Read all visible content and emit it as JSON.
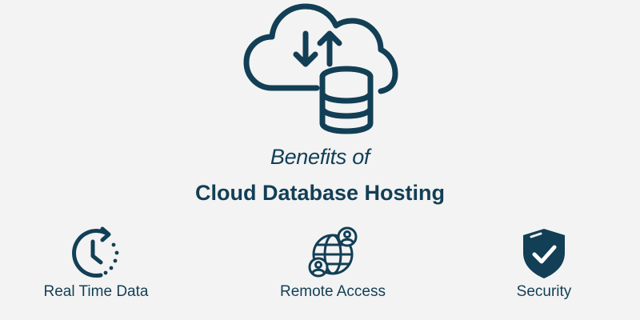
{
  "colors": {
    "primary": "#123f55",
    "background": "#f3f3f3"
  },
  "hero": {
    "icon": "cloud-database-sync-icon"
  },
  "heading": {
    "subtitle": "Benefits of",
    "title": "Cloud Database Hosting"
  },
  "features": [
    {
      "label": "Real Time Data",
      "icon": "clock-icon"
    },
    {
      "label": "Remote Access",
      "icon": "globe-users-icon"
    },
    {
      "label": "Security",
      "icon": "shield-check-icon"
    }
  ]
}
